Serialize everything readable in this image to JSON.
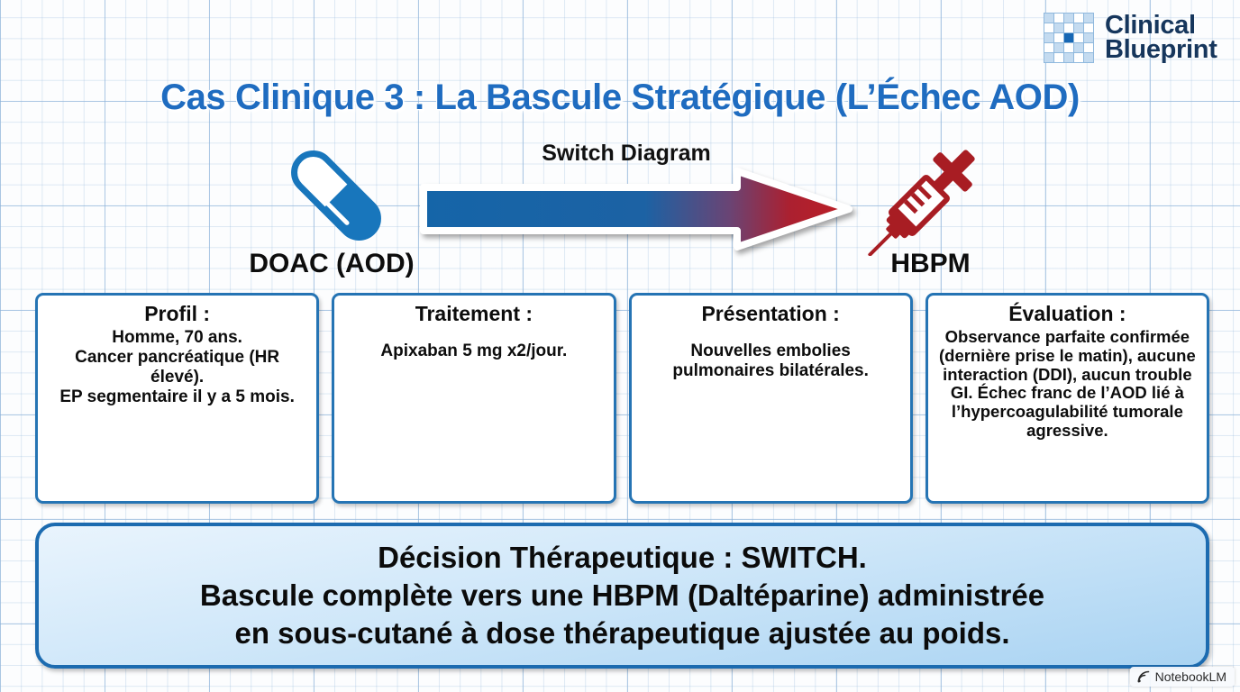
{
  "brand": {
    "logo_icon": "blueprint-grid-icon",
    "name_line1": "Clinical",
    "name_line2": "Blueprint"
  },
  "title": "Cas Clinique  3 : La Bascule Stratégique (L’Échec AOD)",
  "diagram": {
    "label": "Switch Diagram",
    "from_icon": "pill-capsule-icon",
    "from_label": "DOAC (AOD)",
    "arrow_icon": "right-arrow-gradient-icon",
    "to_icon": "syringe-icon",
    "to_label": "HBPM",
    "arrow_color_start": "#1565a8",
    "arrow_color_end": "#b51f28"
  },
  "cards": [
    {
      "title": "Profil :",
      "body": "Homme, 70 ans.\nCancer pancréatique (HR élevé).\nEP segmentaire il y a 5 mois."
    },
    {
      "title": "Traitement :",
      "body": "Apixaban 5 mg x2/jour."
    },
    {
      "title": "Présentation :",
      "body": "Nouvelles embolies pulmonaires bilatérales."
    },
    {
      "title": "Évaluation :",
      "body": "Observance parfaite confirmée (dernière prise le matin), aucune interaction (DDI), aucun trouble GI. Échec franc de l’AOD lié à l’hypercoagulabilité tumorale agressive."
    }
  ],
  "banner": {
    "text": "Décision Thérapeutique : SWITCH.\nBascule complète vers une HBPM (Daltéparine) administrée\nen sous-cutané à dose thérapeutique ajustée au poids."
  },
  "watermark": {
    "icon": "notebooklm-icon",
    "label": "NotebookLM"
  },
  "colors": {
    "title_blue": "#1f6cc0",
    "card_border": "#2574b4",
    "banner_border": "#1c6bb0",
    "logo_navy": "#16365c",
    "pill_blue": "#1876bc",
    "syringe_red": "#a81d23"
  }
}
